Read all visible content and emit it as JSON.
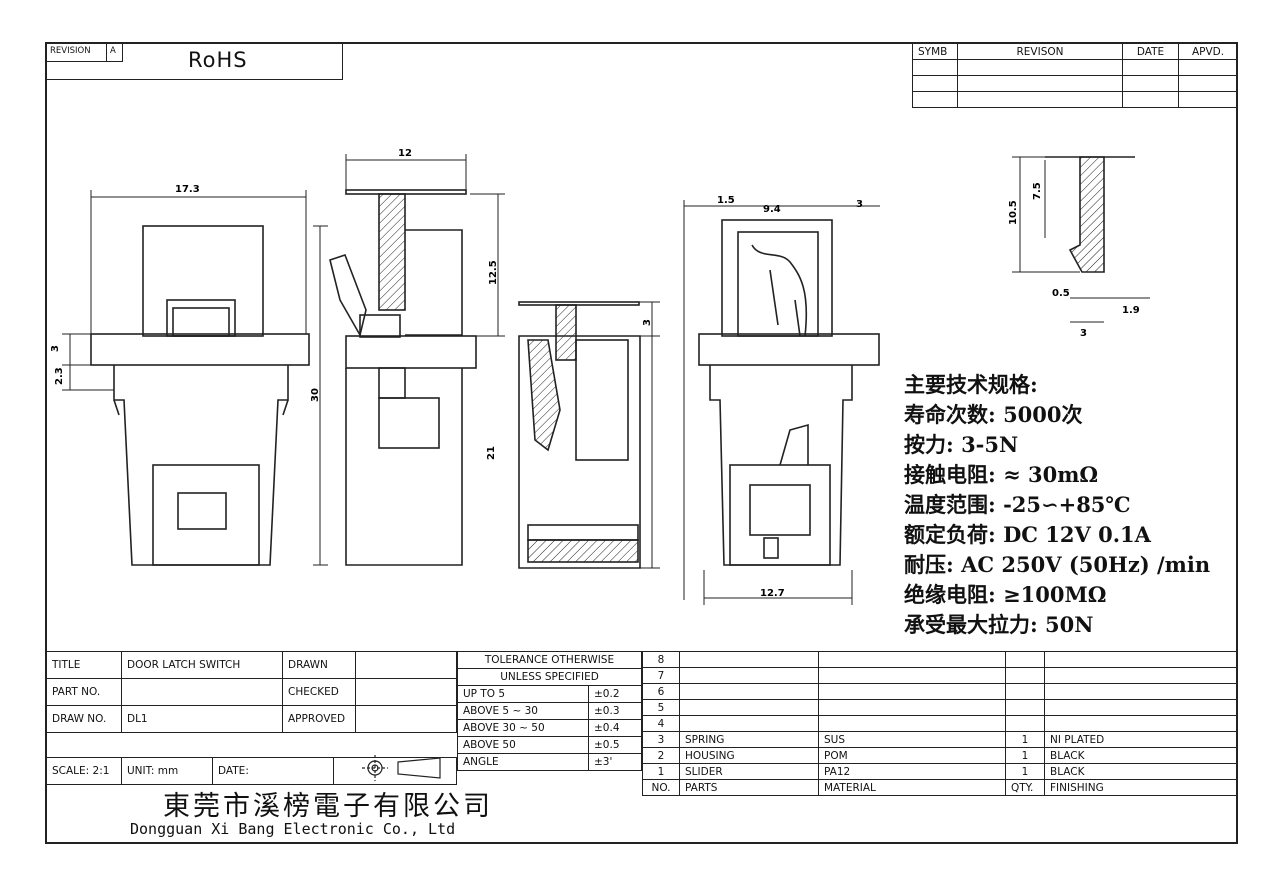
{
  "header": {
    "revision_label": "REVISION",
    "revision_value": "A",
    "rohs": "RoHS"
  },
  "revision_table": {
    "columns": [
      "SYMB",
      "REVISON",
      "DATE",
      "APVD."
    ],
    "rows": [
      [
        "",
        "",
        "",
        ""
      ],
      [
        "",
        "",
        "",
        ""
      ],
      [
        "",
        "",
        "",
        ""
      ]
    ]
  },
  "dimensions": {
    "front": {
      "width": "17.3",
      "h1": "3",
      "h2": "2.3",
      "height": "30"
    },
    "side": {
      "top": "12",
      "h": "12.5"
    },
    "section": {
      "h1": "3",
      "h2": "21"
    },
    "back": {
      "d1": "1.5",
      "d2": "9.4",
      "d3": "3",
      "bottom": "12.7"
    },
    "detail": {
      "a": "10.5",
      "b": "7.5",
      "c": "0.5",
      "d": "1.9",
      "e": "3"
    }
  },
  "specs": [
    "主要技术规格:",
    "寿命次数: 5000次",
    "按力: 3-5N",
    "接触电阻: ≈ 30mΩ",
    "温度范围: -25∽+85℃",
    "额定负荷: DC 12V 0.1A",
    "耐压: AC 250V (50Hz) /min",
    "绝缘电阻: ≥100MΩ",
    "承受最大拉力: 50N"
  ],
  "title_block": {
    "title_label": "TITLE",
    "title_value": "DOOR LATCH SWITCH",
    "drawn_label": "DRAWN",
    "part_no_label": "PART NO.",
    "checked_label": "CHECKED",
    "draw_no_label": "DRAW NO.",
    "draw_no_value": "DL1",
    "approved_label": "APPROVED",
    "scale": "SCALE: 2:1",
    "unit": "UNIT: mm",
    "date": "DATE:",
    "company_cn": "東莞市溪榜電子有限公司",
    "company_en": "Dongguan Xi Bang Electronic Co., Ltd"
  },
  "tolerance": {
    "heading1": "TOLERANCE OTHERWISE",
    "heading2": "UNLESS SPECIFIED",
    "rows": [
      {
        "range": "UP TO 5",
        "tol": "±0.2"
      },
      {
        "range": "ABOVE 5 ~ 30",
        "tol": "±0.3"
      },
      {
        "range": "ABOVE 30 ~ 50",
        "tol": "±0.4"
      },
      {
        "range": "ABOVE 50",
        "tol": "±0.5"
      },
      {
        "range": "ANGLE",
        "tol": "±3'"
      }
    ]
  },
  "parts": {
    "rows": [
      {
        "no": "8",
        "part": "",
        "material": "",
        "qty": "",
        "finish": ""
      },
      {
        "no": "7",
        "part": "",
        "material": "",
        "qty": "",
        "finish": ""
      },
      {
        "no": "6",
        "part": "",
        "material": "",
        "qty": "",
        "finish": ""
      },
      {
        "no": "5",
        "part": "",
        "material": "",
        "qty": "",
        "finish": ""
      },
      {
        "no": "4",
        "part": "",
        "material": "",
        "qty": "",
        "finish": ""
      },
      {
        "no": "3",
        "part": "SPRING",
        "material": "SUS",
        "qty": "1",
        "finish": "NI PLATED"
      },
      {
        "no": "2",
        "part": "HOUSING",
        "material": "POM",
        "qty": "1",
        "finish": "BLACK"
      },
      {
        "no": "1",
        "part": "SLIDER",
        "material": "PA12",
        "qty": "1",
        "finish": "BLACK"
      }
    ],
    "header": {
      "no": "NO.",
      "part": "PARTS",
      "material": "MATERIAL",
      "qty": "QTY.",
      "finish": "FINISHING"
    }
  }
}
